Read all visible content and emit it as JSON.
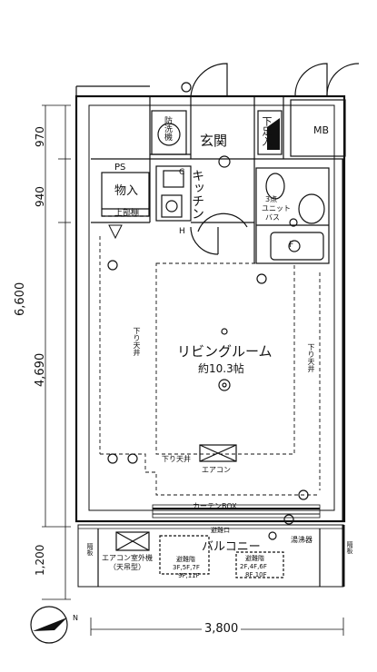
{
  "dimensions": {
    "d970": "970",
    "d940": "940",
    "d6600": "6,600",
    "d4690": "4,690",
    "d1200": "1,200",
    "d3800": "3,800"
  },
  "rooms": {
    "mb": "MB",
    "ps": "PS",
    "entrance": "玄関",
    "kitchen": "キッチン",
    "storage": "物入",
    "upper_shelf": "上部棚",
    "laundry": "防洗機",
    "shoe": "下足入",
    "unit_bath_1": "3点",
    "unit_bath_2": "ユニット",
    "unit_bath_3": "バス",
    "living": "リビングルーム",
    "living_size": "約10.3帖",
    "lowered_ceiling": "下り天井",
    "aircon": "エアコン",
    "curtain_box": "カーテンBOX",
    "balcony": "バルコニー",
    "evac": "避難口",
    "water_heater": "湯沸器",
    "partition": "隔板",
    "outdoor_unit_1": "エアコン室外機",
    "outdoor_unit_2": "（天吊型）",
    "ladder_1": "避難階",
    "ladder_2": "3F,5F,7F",
    "ladder_3": "9F,11F",
    "ladder_4": "2F,4F,6F",
    "ladder_5": "8F,10F",
    "north": "N"
  },
  "symbols": {
    "fixture_h": "H",
    "fixture_c": "C",
    "fixture_f": "F"
  }
}
